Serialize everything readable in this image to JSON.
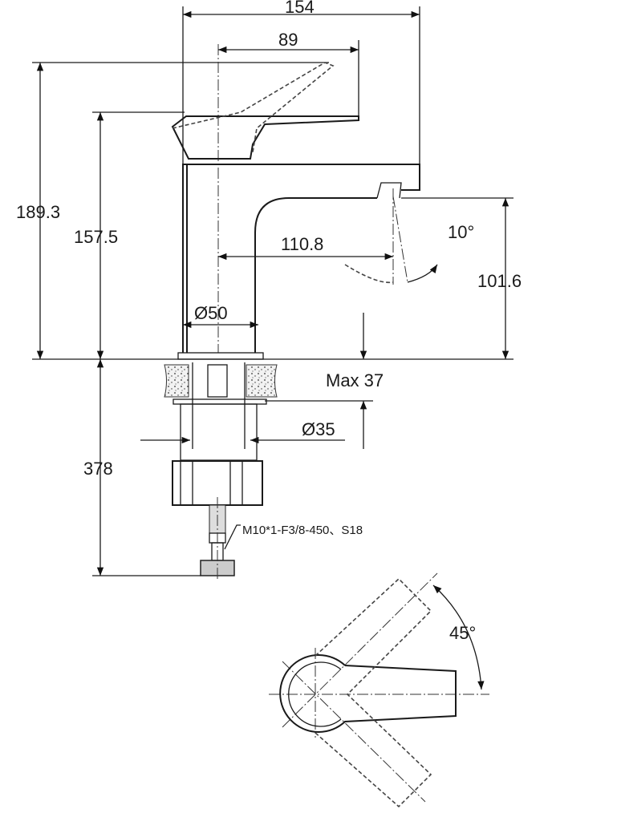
{
  "drawing": {
    "dimensions": {
      "overall_length": "154",
      "handle_reach": "89",
      "total_height": "189.3",
      "body_height": "157.5",
      "spout_reach": "110.8",
      "spout_angle": "10°",
      "spout_height": "101.6",
      "body_diameter": "Ø50",
      "max_deck_thickness": "Max 37",
      "hole_diameter": "Ø35",
      "below_deck_length": "378",
      "handle_rotation": "45°"
    },
    "hose_spec": "M10*1-F3/8-450、S18"
  }
}
